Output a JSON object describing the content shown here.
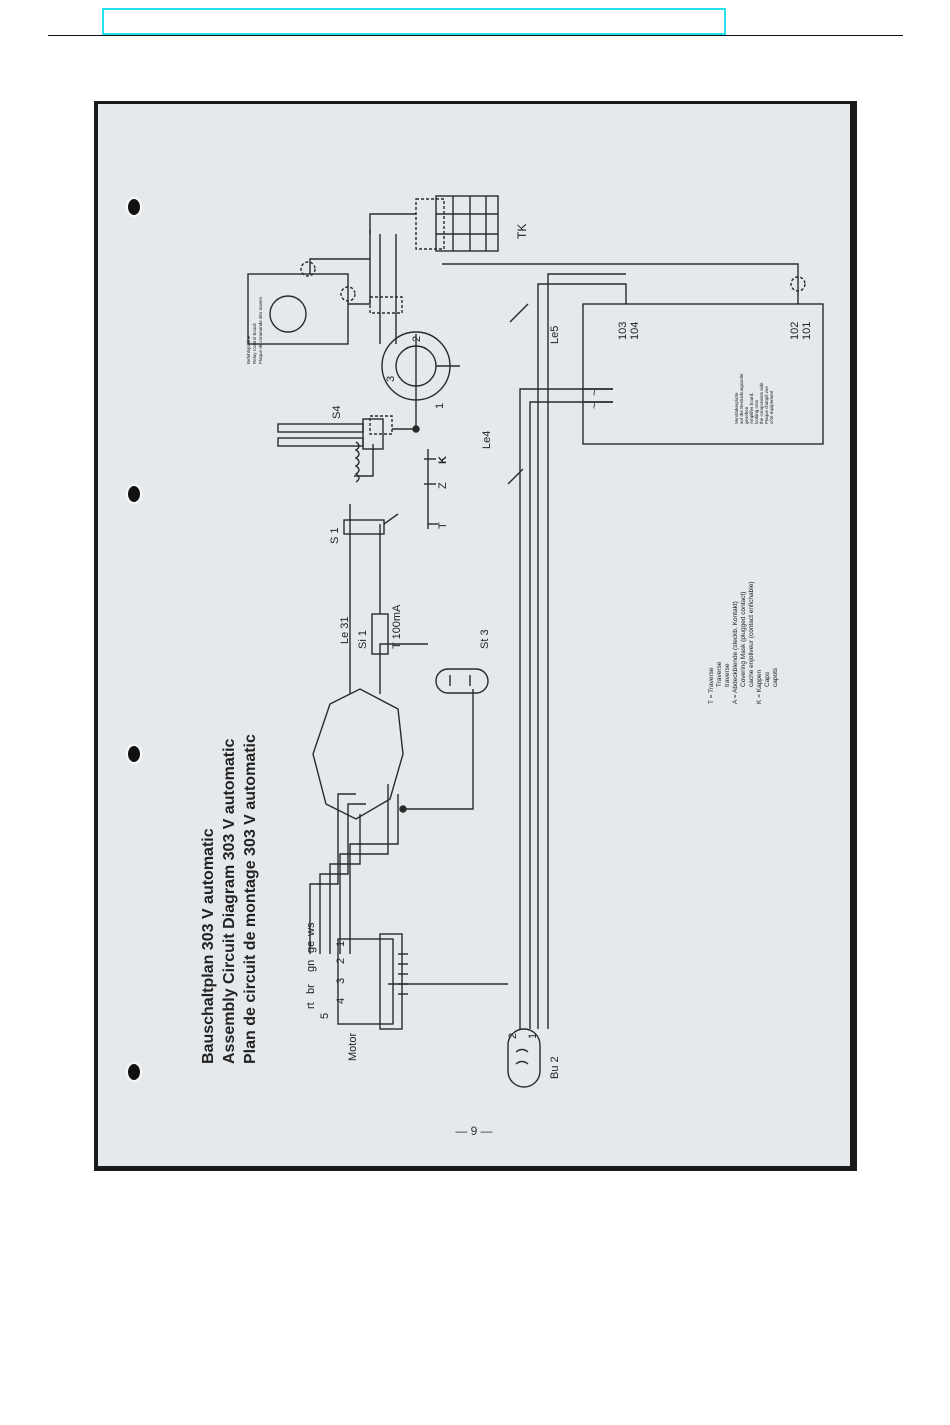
{
  "title": {
    "de": "Bauschaltplan 303 V automatic",
    "en": "Assembly Circuit Diagram 303 V automatic",
    "fr": "Plan de circuit de montage 303 V automatic"
  },
  "page_number": "— 9 —",
  "labels": {
    "motor": "Motor",
    "motor_wire_colors": [
      "rt",
      "br",
      "gn",
      "ge",
      "ws"
    ],
    "motor_terminals": [
      "5",
      "4",
      "3",
      "2",
      "1"
    ],
    "bu2": "Bu 2",
    "bu2_pins": [
      "2",
      "1"
    ],
    "st3": "St 3",
    "fuse": "Si 1",
    "fuse_rating": "T 100mA",
    "le31": "Le 31",
    "s1": "S 1",
    "s4": "S4",
    "t": "T",
    "z": "Z",
    "k": "K",
    "le4": "Le4",
    "le5": "Le5",
    "tk": "TK",
    "tube_pins": [
      "1",
      "2",
      "3"
    ],
    "terminal_103": "103",
    "terminal_104": "104",
    "terminal_102": "102",
    "terminal_101": "101",
    "ac_symbol": "~"
  },
  "legend": {
    "t_line": "T  =  Traverse",
    "t_en": "Traverse",
    "t_fr": "traverse",
    "a_line": "A  =  Abdeckblende (steckb. Kontakt)",
    "a_en": "Covering Mask (plugged contact)",
    "a_fr": "cache enjoliveur (contact enfichable)",
    "k_line": "K  =  Kappen",
    "k_en": "Caps",
    "k_fr": "capots"
  },
  "board_notes": {
    "relay_board": [
      "Befehlsplatine",
      "Relay Control Board",
      "Plaque de commande des travers"
    ],
    "amp_board": [
      "Verstärkerplatte",
      "auf der Bestückungsseite",
      "gesehen",
      "Amplifier board,",
      "looking onto",
      "the components side",
      "Plaque d'ampli vue",
      "côté équipement"
    ]
  }
}
